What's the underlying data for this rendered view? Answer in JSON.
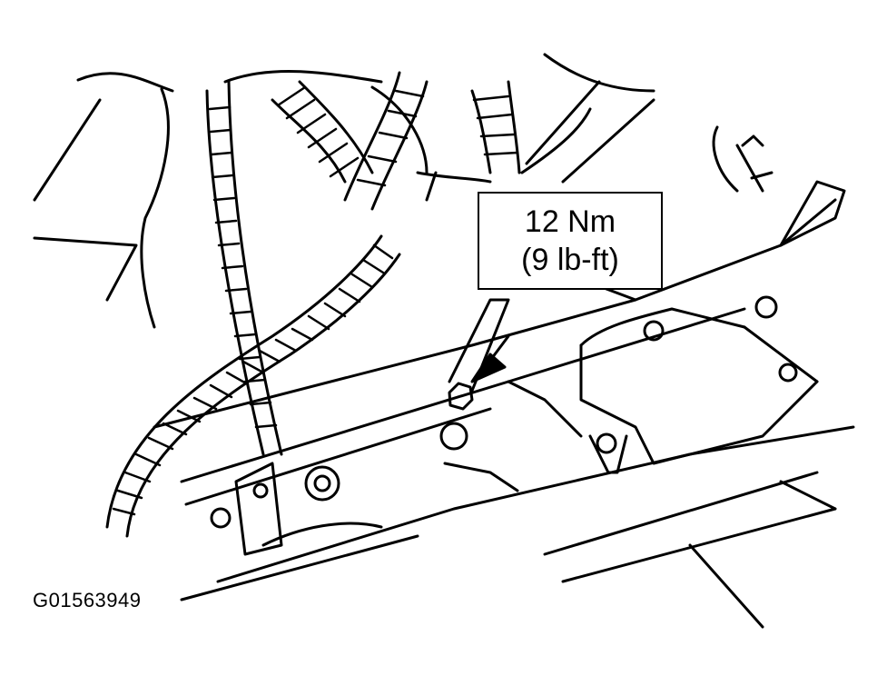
{
  "callout": {
    "torque_metric": "12 Nm",
    "torque_imperial": "(9 lb-ft)"
  },
  "figure_id": "G01563949",
  "colors": {
    "line": "#000000",
    "background": "#ffffff"
  }
}
